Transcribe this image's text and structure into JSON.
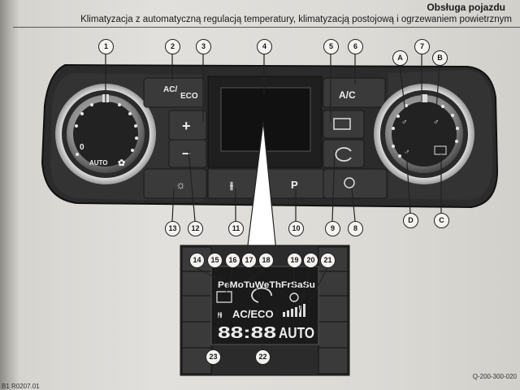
{
  "header": {
    "title": "Obsługa pojazdu",
    "subtitle": "Klimatyzacja z automatyczną regulacją temperatury, klimatyzacją postojową i ogrzewaniem powietrznym"
  },
  "panel": {
    "left_knob": {
      "zero": "0",
      "auto": "AUTO"
    },
    "buttons": {
      "ac_eco_top": "AC/",
      "ac_eco_bottom": "ECO",
      "plus": "+",
      "minus": "–",
      "ac": "A/C",
      "p": "P"
    }
  },
  "display": {
    "days": "PeMoTuWeThFrSaSu",
    "ac_eco": "AC/ECO",
    "time": "88:88",
    "auto": "AUTO"
  },
  "callouts": {
    "top": [
      "1",
      "2",
      "3",
      "4",
      "5",
      "6",
      "7"
    ],
    "bottom": [
      "13",
      "12",
      "11",
      "10",
      "9",
      "8"
    ],
    "letters": [
      "A",
      "B",
      "C",
      "D"
    ],
    "display_top": [
      "14",
      "15",
      "16",
      "17",
      "18",
      "19",
      "20",
      "21"
    ],
    "display_bottom": [
      "23",
      "22"
    ]
  },
  "footer": {
    "code": "Q-200-300-020",
    "left": "B1 R0207.01"
  }
}
